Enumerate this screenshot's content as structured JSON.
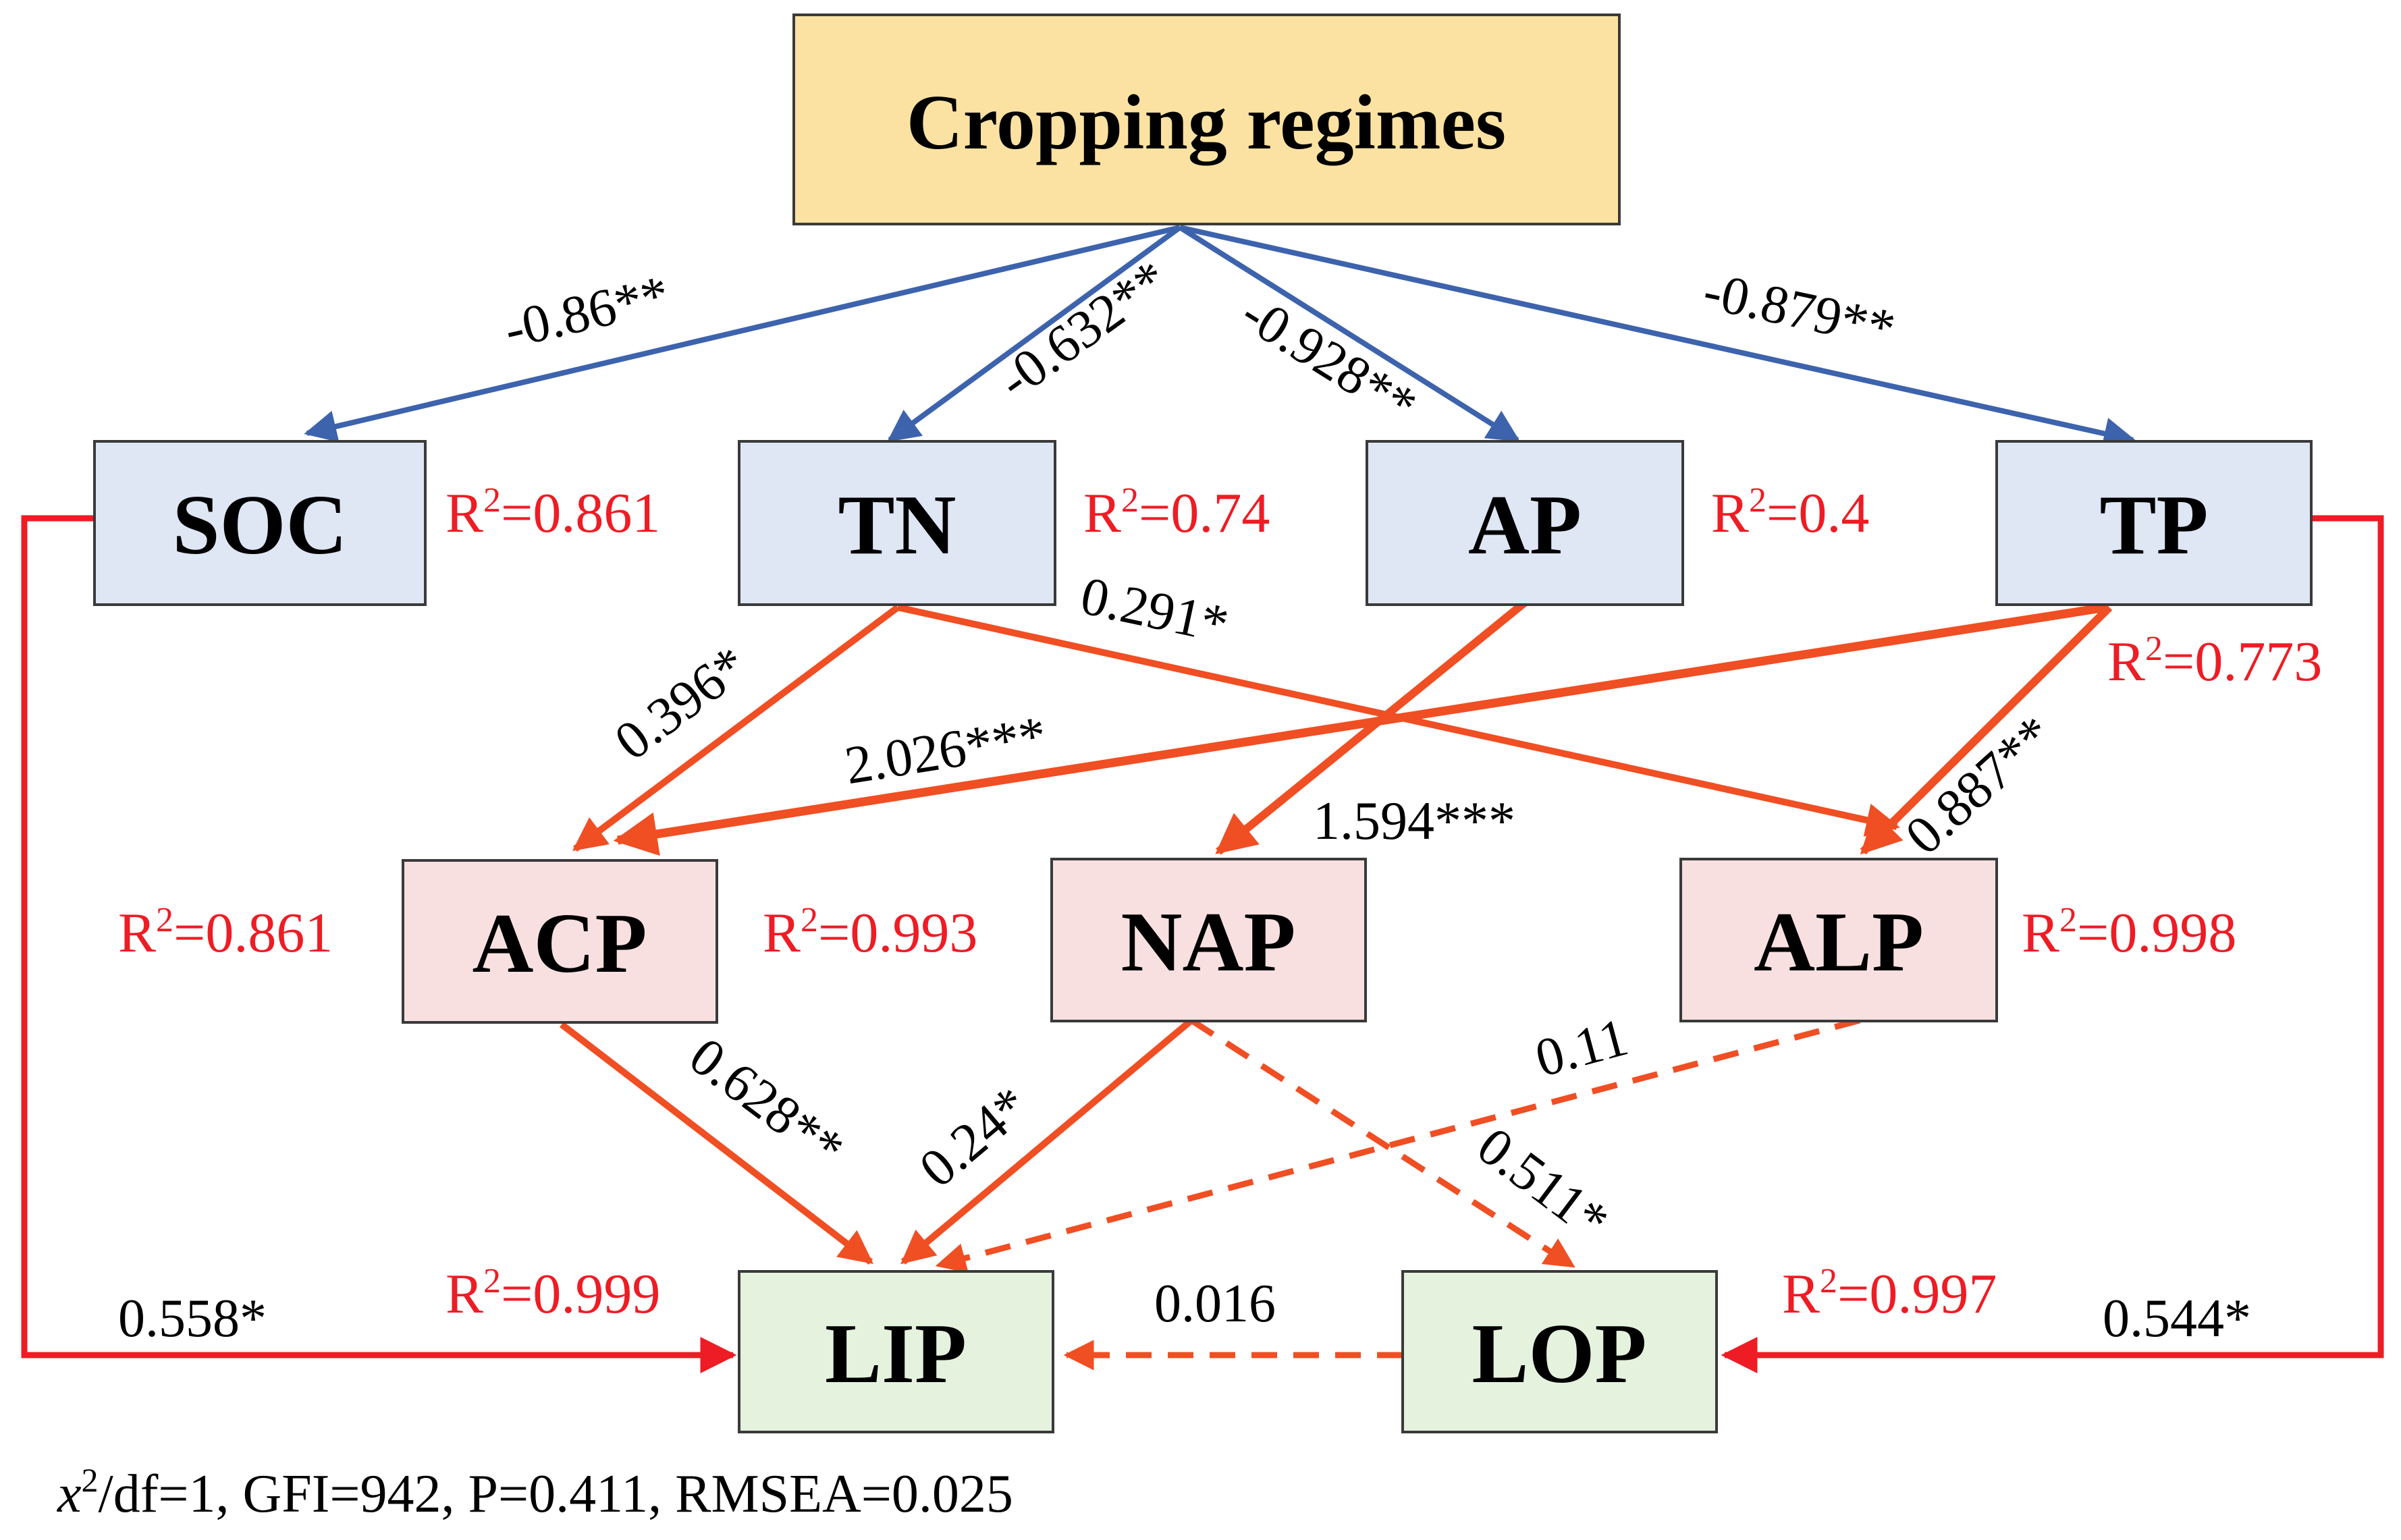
{
  "nodes": {
    "cropping": "Cropping regimes",
    "soc": "SOC",
    "tn": "TN",
    "ap": "AP",
    "tp": "TP",
    "acp": "ACP",
    "nap": "NAP",
    "alp": "ALP",
    "lip": "LIP",
    "lop": "LOP"
  },
  "r2": {
    "soc": "0.861",
    "tn": "0.74",
    "ap": "0.4",
    "tp": "0.773",
    "acp": "0.861",
    "nap": "0.993",
    "alp": "0.998",
    "lip": "0.999",
    "lop": "0.997"
  },
  "r2_prefix": "R",
  "r2_sup": "2",
  "r2_eq": "=",
  "paths": [
    {
      "id": "crop-soc",
      "from": "Cropping regimes",
      "to": "SOC",
      "label": "-0.86**",
      "style": "solid",
      "color": "#3d63ad"
    },
    {
      "id": "crop-tn",
      "from": "Cropping regimes",
      "to": "TN",
      "label": "-0.632**",
      "style": "solid",
      "color": "#3d63ad"
    },
    {
      "id": "crop-ap",
      "from": "Cropping regimes",
      "to": "AP",
      "label": "-0.928**",
      "style": "solid",
      "color": "#3d63ad"
    },
    {
      "id": "crop-tp",
      "from": "Cropping regimes",
      "to": "TP",
      "label": "-0.879**",
      "style": "solid",
      "color": "#3d63ad"
    },
    {
      "id": "tn-acp",
      "from": "TN",
      "to": "ACP",
      "label": "0.396*",
      "style": "solid",
      "color": "#f04e23"
    },
    {
      "id": "tn-alp",
      "from": "TN",
      "to": "ALP",
      "label": "0.291*",
      "style": "solid",
      "color": "#f04e23"
    },
    {
      "id": "tp-acp",
      "from": "TP",
      "to": "ACP",
      "label": "2.026***",
      "style": "solid",
      "color": "#f04e23"
    },
    {
      "id": "ap-nap",
      "from": "AP",
      "to": "NAP",
      "label": "1.594***",
      "style": "solid",
      "color": "#f04e23"
    },
    {
      "id": "tp-alp",
      "from": "TP",
      "to": "ALP",
      "label": "0.887**",
      "style": "solid",
      "color": "#f04e23"
    },
    {
      "id": "acp-lip",
      "from": "ACP",
      "to": "LIP",
      "label": "0.628**",
      "style": "solid",
      "color": "#f04e23"
    },
    {
      "id": "nap-lip",
      "from": "NAP",
      "to": "LIP",
      "label": "0.24*",
      "style": "solid",
      "color": "#f04e23"
    },
    {
      "id": "nap-lop",
      "from": "NAP",
      "to": "LOP",
      "label": "0.511*",
      "style": "dashed",
      "color": "#f04e23"
    },
    {
      "id": "alp-lip",
      "from": "ALP",
      "to": "LIP",
      "label": "0.11",
      "style": "dashed",
      "color": "#f04e23"
    },
    {
      "id": "lop-lip",
      "from": "LOP",
      "to": "LIP",
      "label": "0.016",
      "style": "dashed",
      "color": "#f04e23"
    },
    {
      "id": "soc-lip",
      "from": "SOC",
      "to": "LIP",
      "label": "0.558*",
      "style": "solid",
      "color": "#ee1c24"
    },
    {
      "id": "tp-lop",
      "from": "TP",
      "to": "LOP",
      "label": "0.544*",
      "style": "solid",
      "color": "#ee1c24"
    }
  ],
  "fit": {
    "chi": "x",
    "sup": "2",
    "rest": "/df=1, GFI=942, P=0.411, RMSEA=0.025"
  },
  "colors": {
    "blue_arrow": "#3d63ad",
    "orange_arrow": "#f04e23",
    "red_arrow": "#ee1c24",
    "r2_text": "#ee1c24",
    "box_border": "#3a3a3a",
    "cropping_fill": "#fbe2a2",
    "soil_fill": "#dfe6f4",
    "enzyme_fill": "#f8e0e1",
    "phosphorus_fill": "#e5f2de"
  }
}
